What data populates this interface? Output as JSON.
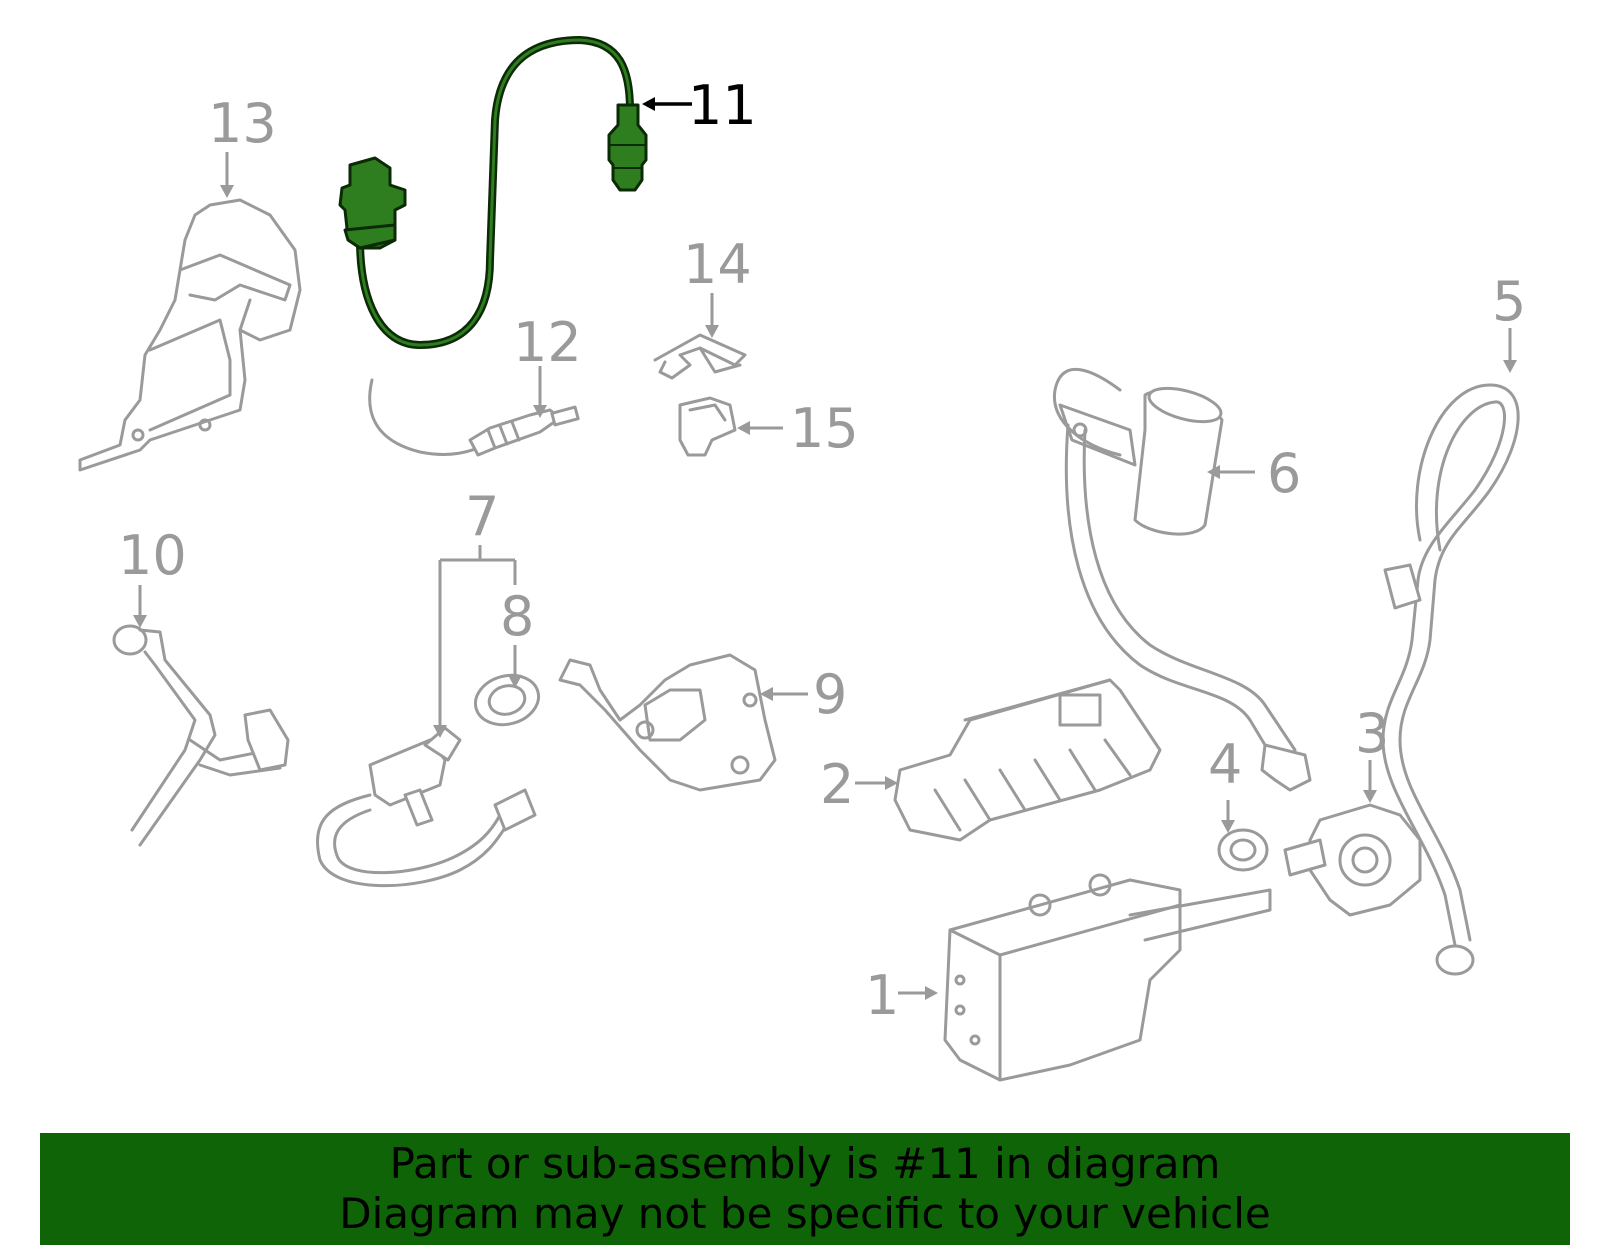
{
  "callouts": {
    "c1": "1",
    "c2": "2",
    "c3": "3",
    "c4": "4",
    "c5": "5",
    "c6": "6",
    "c7": "7",
    "c8": "8",
    "c9": "9",
    "c10": "10",
    "c11": "11",
    "c12": "12",
    "c13": "13",
    "c14": "14",
    "c15": "15"
  },
  "highlight": {
    "part_number": "11",
    "color": "#2e7d1e"
  },
  "colors": {
    "parts": "#9a9a9a",
    "banner": "#0f6408"
  },
  "banner": {
    "line1": "Part or sub-assembly is #11 in diagram",
    "line2": "Diagram may not be specific to your vehicle"
  }
}
